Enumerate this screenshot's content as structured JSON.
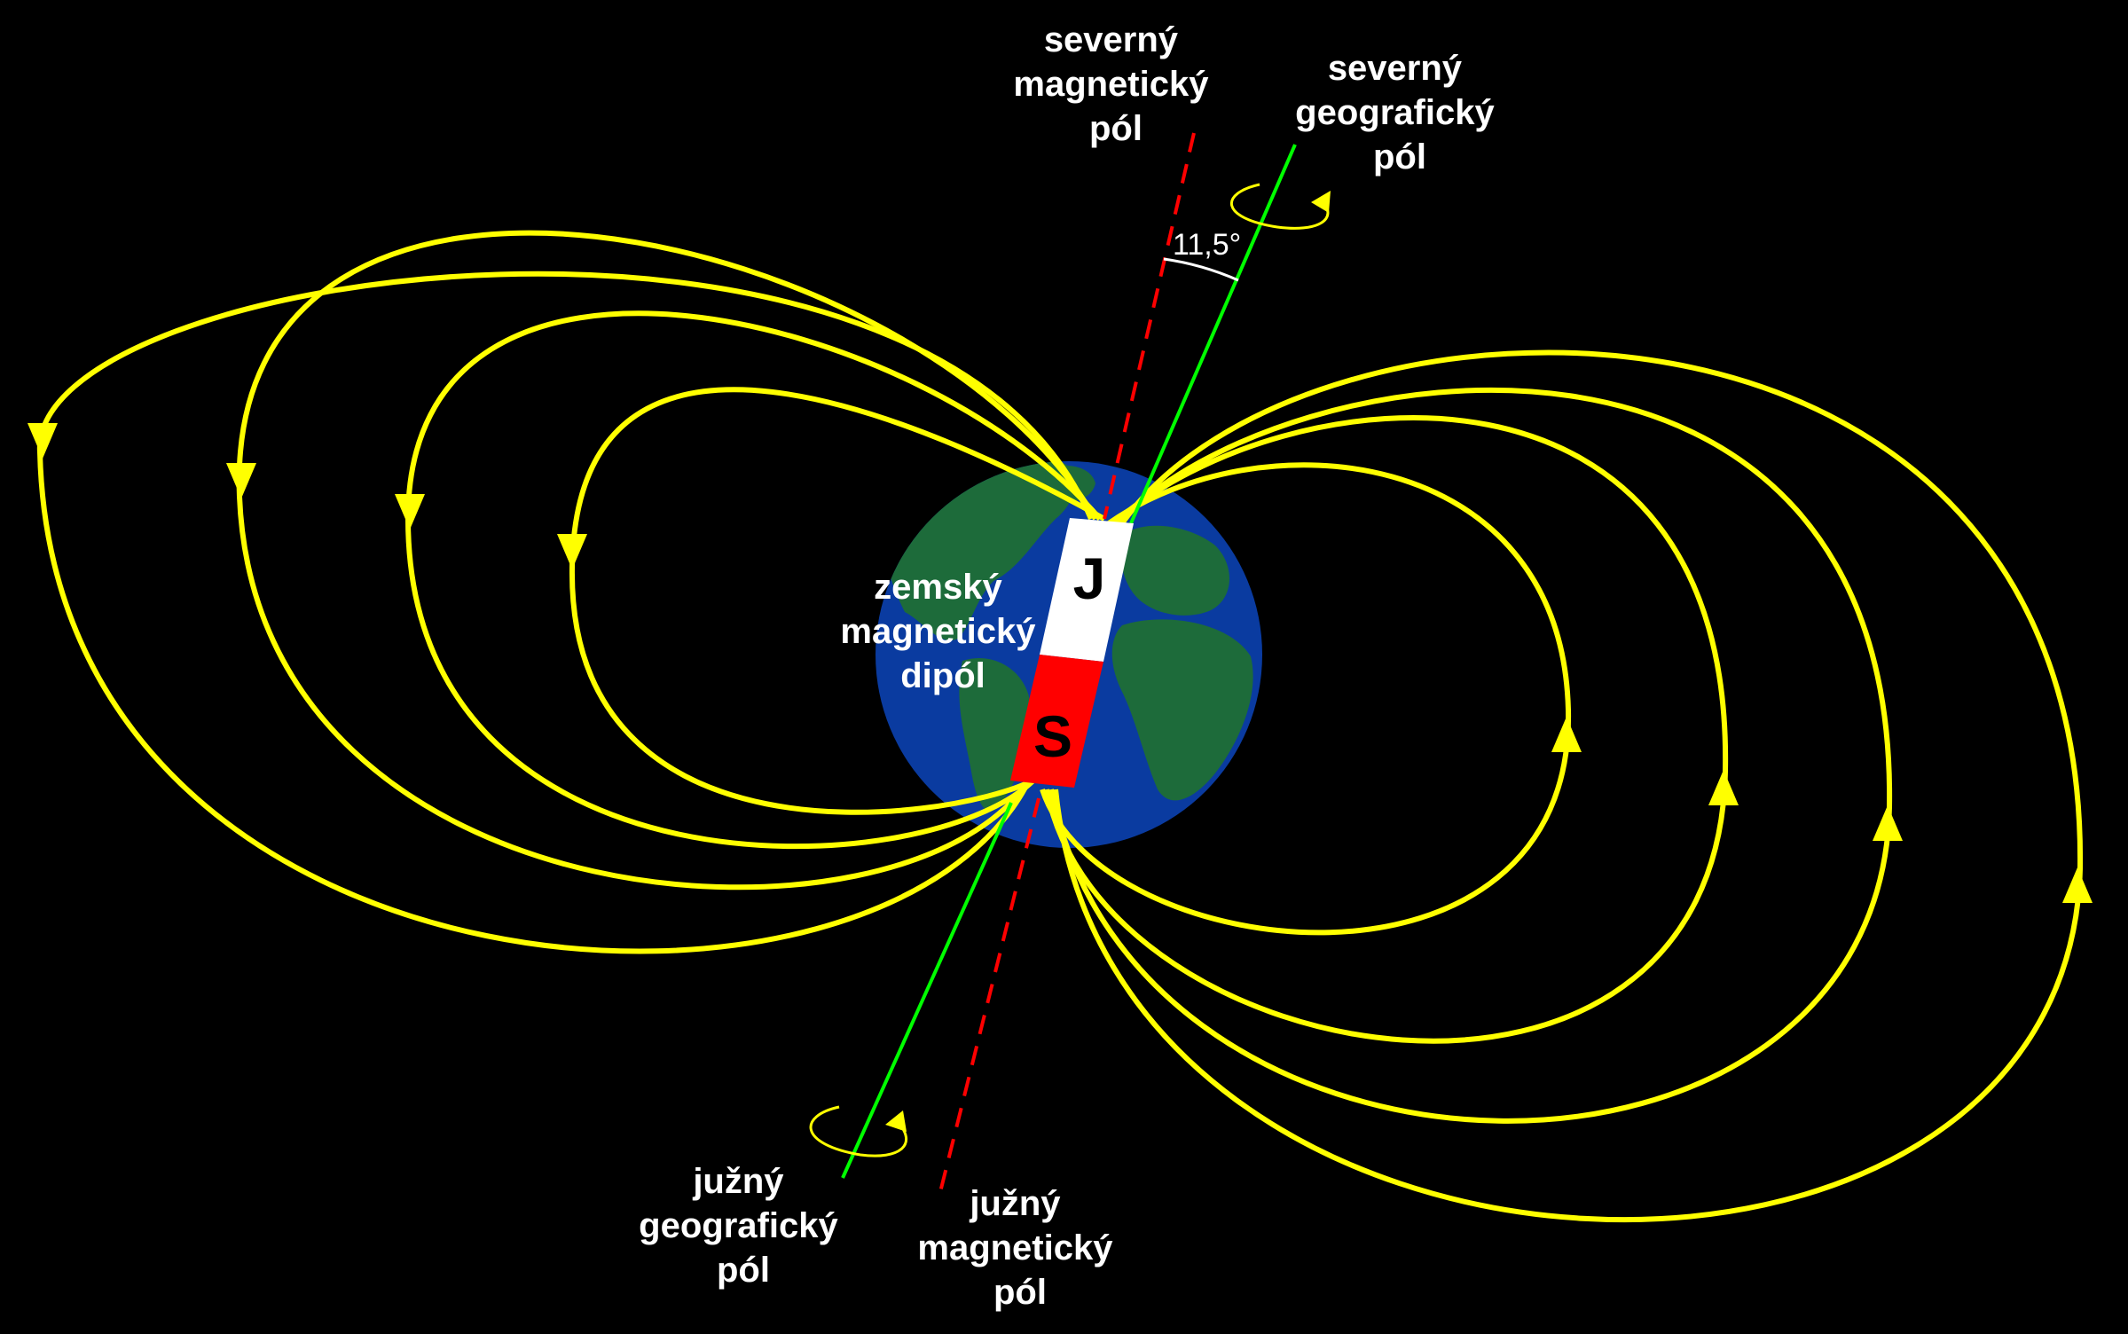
{
  "labels": {
    "north_magnetic_pole": [
      "severný",
      "magnetický",
      "pól"
    ],
    "north_geographic_pole": [
      "severný",
      "geografický",
      "pól"
    ],
    "south_geographic_pole": [
      "južný",
      "geografický",
      "pól"
    ],
    "south_magnetic_pole": [
      "južný",
      "magnetický",
      "pól"
    ],
    "dipole": [
      "zemský",
      "magnetický",
      "dipól"
    ]
  },
  "angle_label": "11,5°",
  "magnet": {
    "top_letter": "J",
    "bottom_letter": "S"
  },
  "colors": {
    "background": "#000000",
    "field_lines": "#ffff00",
    "geographic_axis": "#00ff00",
    "magnetic_axis": "#ff0000",
    "ocean": "#0a3ba0",
    "land": "#1d6b3a",
    "magnet_top": "#ffffff",
    "magnet_bottom": "#ff0000"
  },
  "icons": [
    "rotation-arrow-icon",
    "field-direction-arrow-icon"
  ]
}
